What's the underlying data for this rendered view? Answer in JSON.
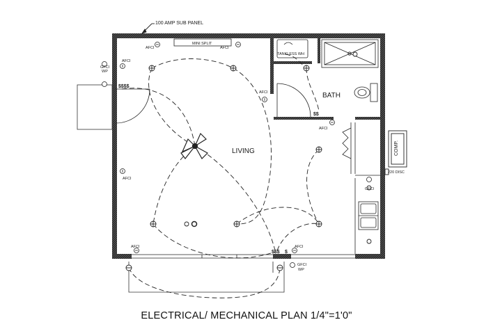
{
  "caption": "ELECTRICAL/ MECHANICAL PLAN 1/4\"=1'0\"",
  "labels": {
    "sub_panel": "100 AMP SUB PANEL",
    "mini_split": "MINI SPLIT",
    "tankless": "TANKLESS WH",
    "bath": "BATH",
    "living": "LIVING",
    "comp": "COMP.",
    "disc": "220 DISC",
    "afci": "AFCI",
    "gfci": "GFCI",
    "wp": "WP",
    "switch_single": "$",
    "switch_double": "$$",
    "switch_triple": "$$$",
    "switch_quad": "$$$$"
  },
  "colors": {
    "wall": "#1e1e1e",
    "line": "#222222",
    "paper": "#ffffff"
  }
}
